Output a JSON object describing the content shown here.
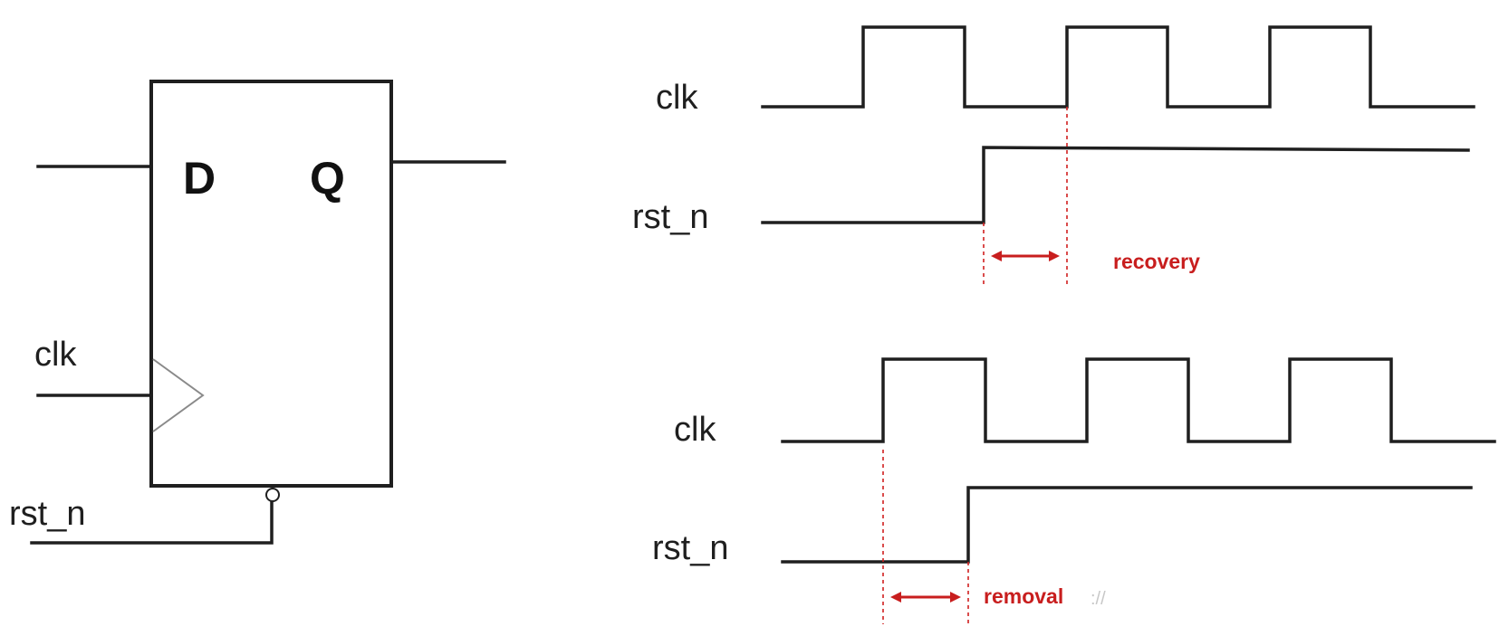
{
  "flipflop": {
    "d_label": "D",
    "q_label": "Q",
    "clk_label": "clk",
    "rst_label": "rst_n"
  },
  "recovery_timing": {
    "clk_label": "clk",
    "rst_label": "rst_n",
    "annotation": "recovery"
  },
  "removal_timing": {
    "clk_label": "clk",
    "rst_label": "rst_n",
    "annotation": "removal",
    "watermark": "://"
  },
  "colors": {
    "signal": "#1f1f1f",
    "annotation": "#c81e1e",
    "background": "#ffffff"
  }
}
